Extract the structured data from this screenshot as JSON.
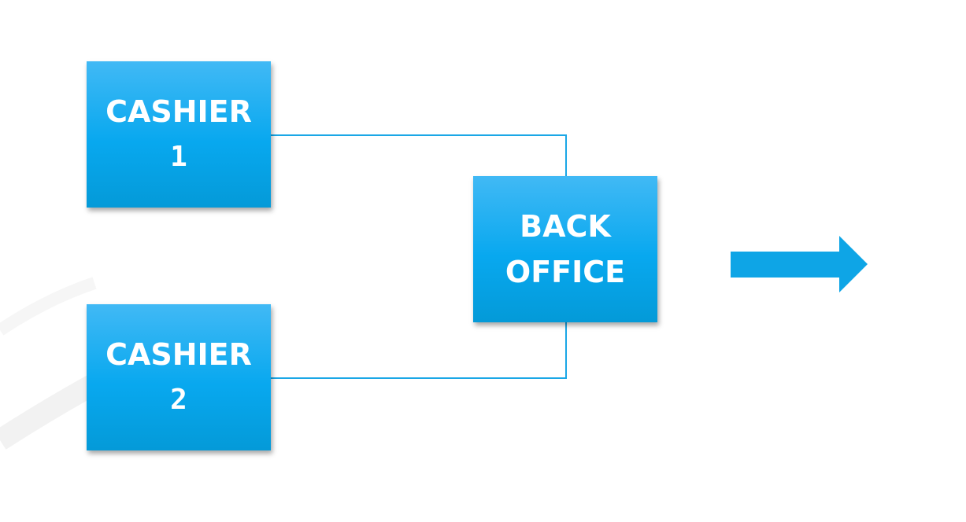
{
  "nodes": {
    "cashier1": {
      "line1": "CASHIER",
      "line2": "1"
    },
    "cashier2": {
      "line1": "CASHIER",
      "line2": "2"
    },
    "back_office": {
      "line1": "BACK",
      "line2": "OFFICE"
    }
  },
  "colors": {
    "box_fill": "#08a8ef",
    "connector": "#1aa7e6",
    "arrow": "#0ea5e6"
  }
}
